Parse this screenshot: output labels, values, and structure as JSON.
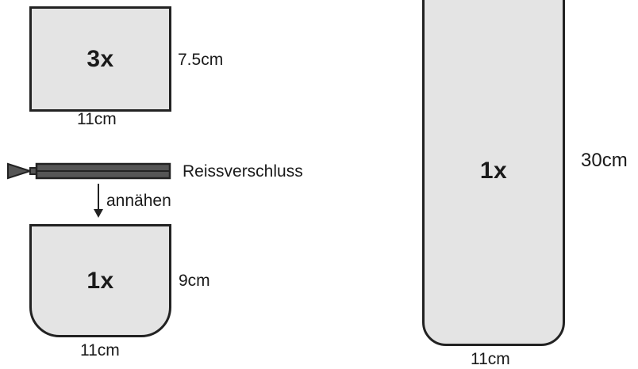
{
  "piece_small": {
    "count": "3x",
    "width_label": "11cm",
    "height_label": "7.5cm"
  },
  "zipper": {
    "label": "Reissverschluss",
    "instruction": "annähen"
  },
  "piece_pocket": {
    "count": "1x",
    "width_label": "11cm",
    "height_label": "9cm"
  },
  "piece_strap": {
    "count": "1x",
    "width_label": "11cm",
    "height_label": "30cm"
  },
  "colors": {
    "fill": "#e4e4e4",
    "outline": "#222222",
    "zipper_tape": "#555555"
  }
}
